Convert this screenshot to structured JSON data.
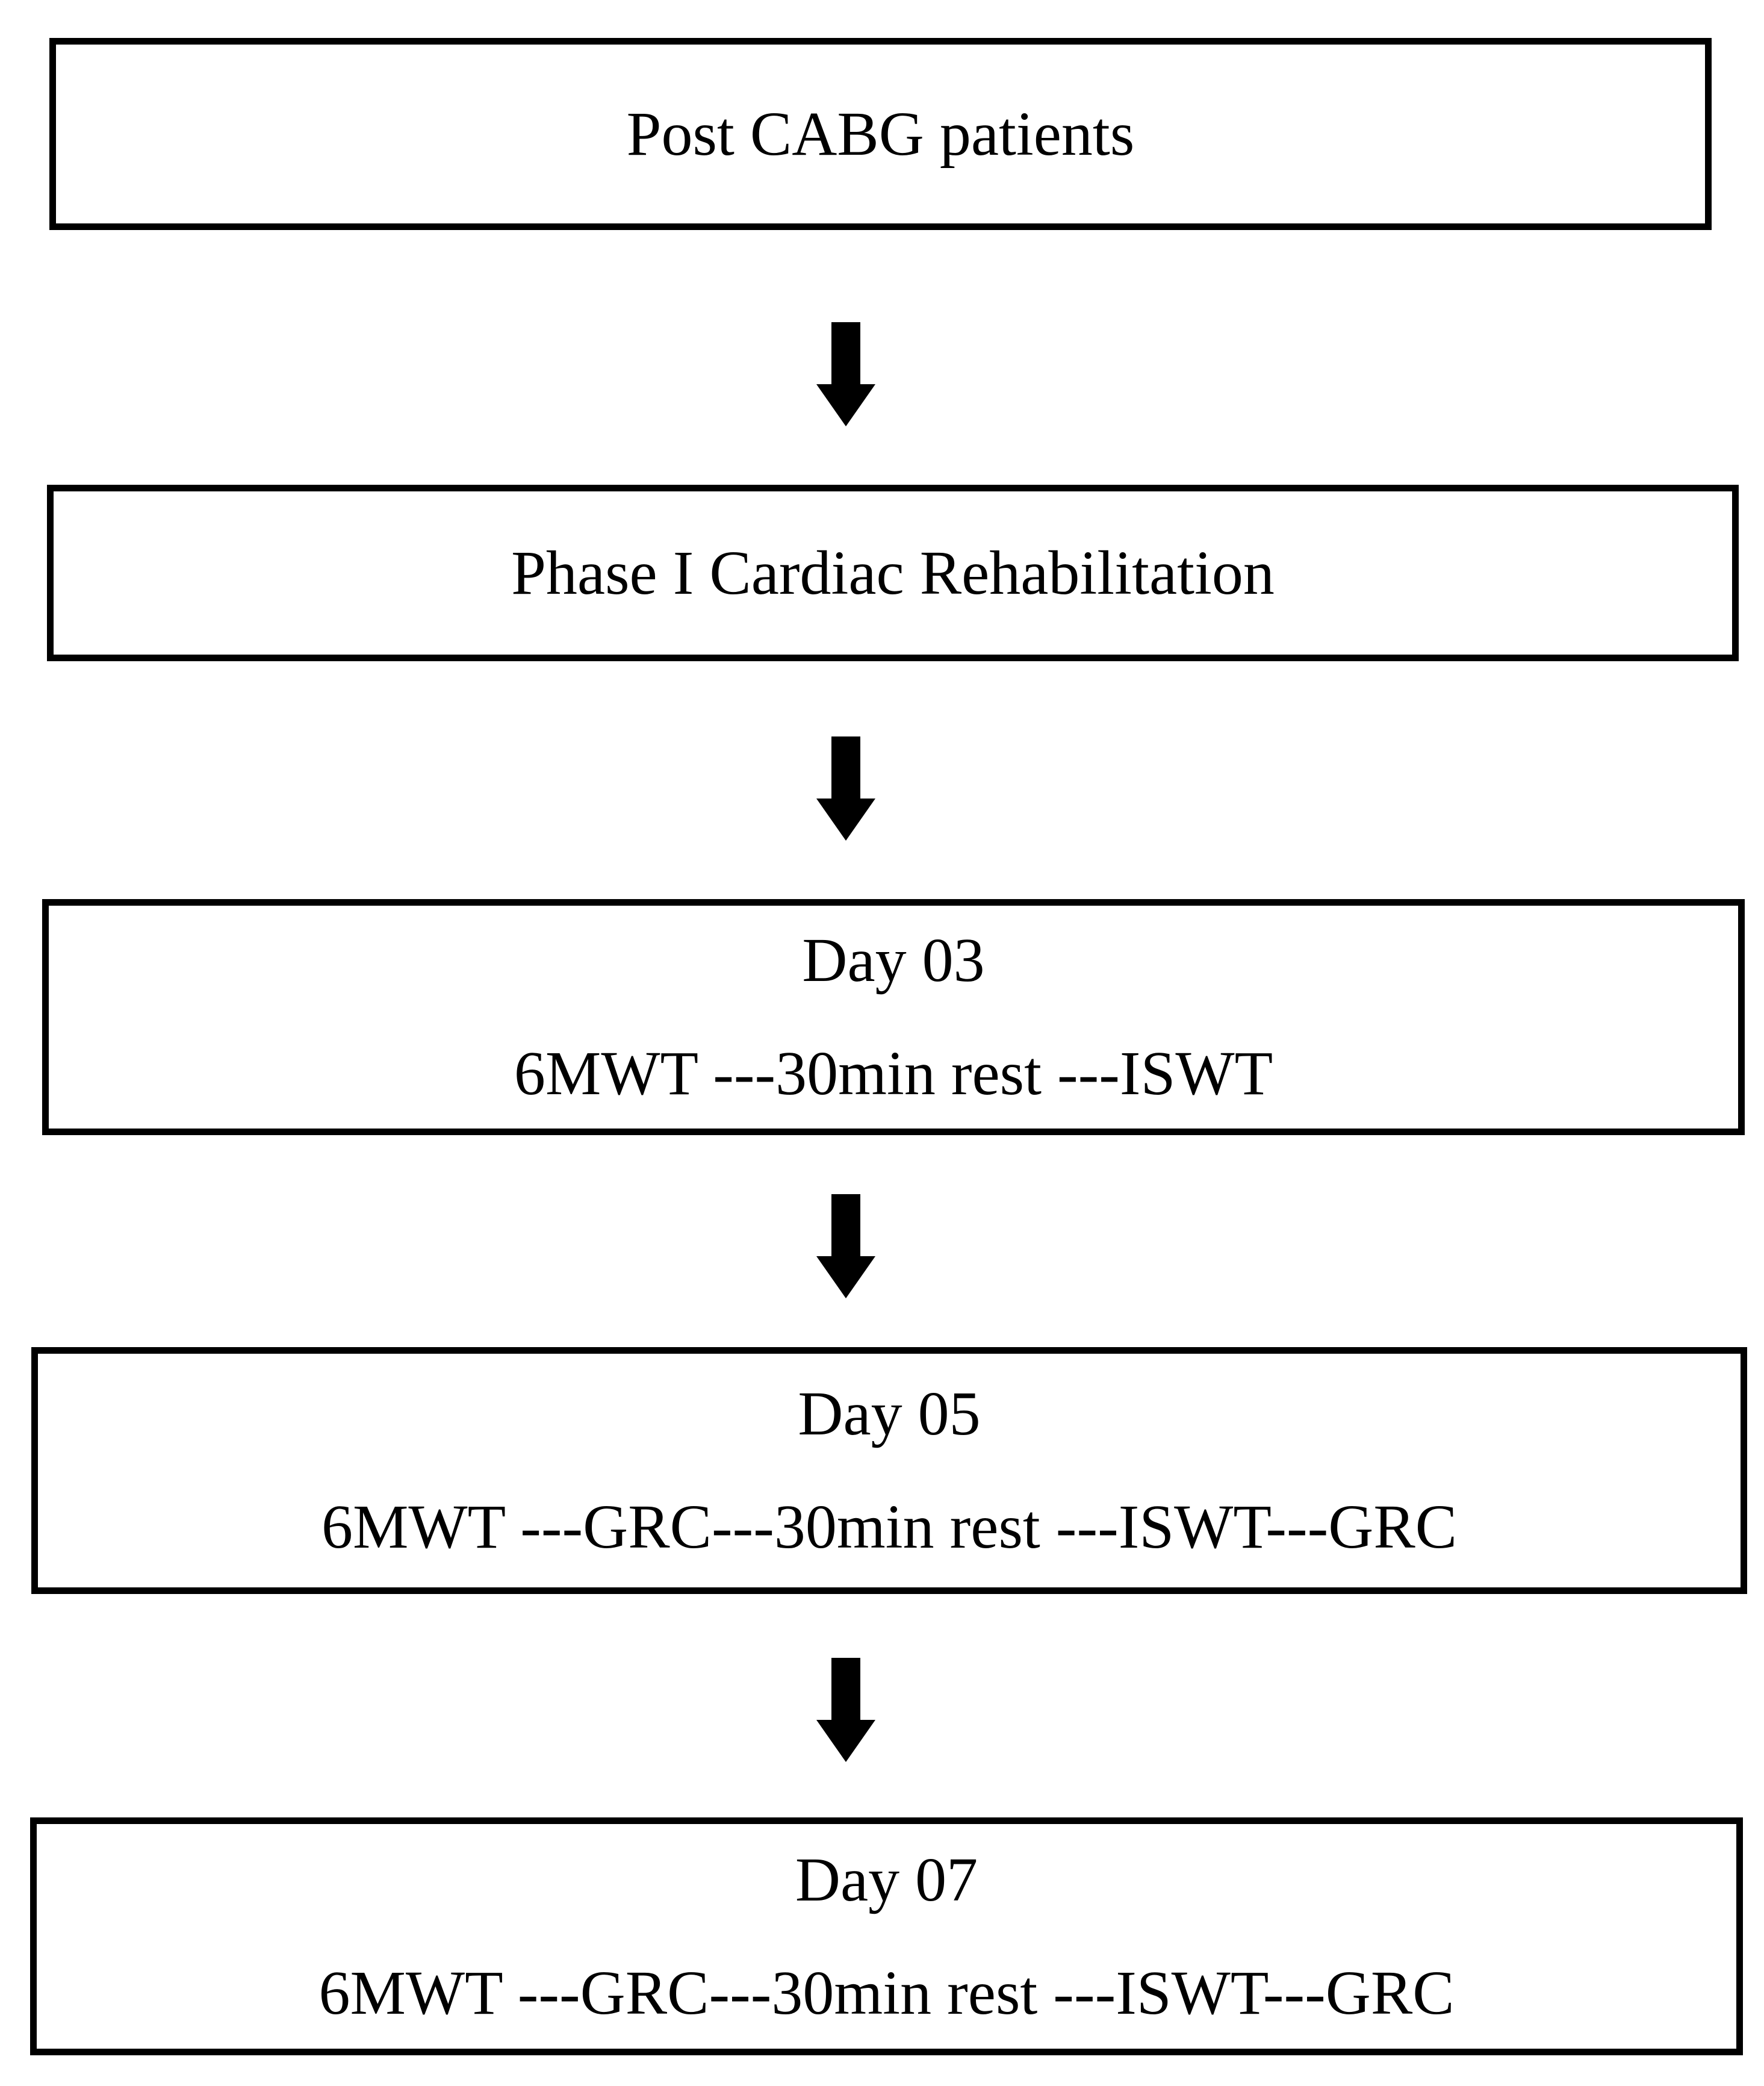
{
  "figure": {
    "type": "flowchart",
    "boxes": [
      {
        "name": "post-cabg-patients",
        "lines": [
          "Post CABG patients"
        ]
      },
      {
        "name": "phase-1-cardiac-rehabilitation",
        "lines": [
          "Phase I Cardiac Rehabilitation"
        ]
      },
      {
        "name": "day-03",
        "lines": [
          "Day 03",
          "6MWT ---30min rest ---ISWT"
        ]
      },
      {
        "name": "day-05",
        "lines": [
          "Day 05",
          "6MWT ---GRC---30min rest ---ISWT---GRC"
        ]
      },
      {
        "name": "day-07",
        "lines": [
          "Day 07",
          "6MWT ---GRC---30min rest ---ISWT---GRC"
        ]
      }
    ],
    "connector_count": 4,
    "colors": {
      "ink": "#000000",
      "background": "#ffffff"
    }
  }
}
